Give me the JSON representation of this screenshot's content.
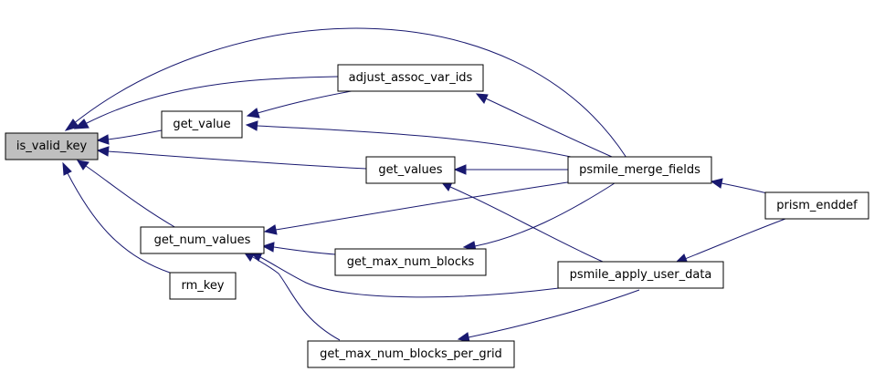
{
  "graph": {
    "title": "",
    "nodes": {
      "is_valid_key": {
        "label": "is_valid_key",
        "fill": "#bfbfbf"
      },
      "get_value": {
        "label": "get_value",
        "fill": "#ffffff"
      },
      "adjust_assoc_var_ids": {
        "label": "adjust_assoc_var_ids",
        "fill": "#ffffff"
      },
      "get_values": {
        "label": "get_values",
        "fill": "#ffffff"
      },
      "get_num_values": {
        "label": "get_num_values",
        "fill": "#ffffff"
      },
      "rm_key": {
        "label": "rm_key",
        "fill": "#ffffff"
      },
      "get_max_num_blocks": {
        "label": "get_max_num_blocks",
        "fill": "#ffffff"
      },
      "get_max_num_blocks_per_grid": {
        "label": "get_max_num_blocks_per_grid",
        "fill": "#ffffff"
      },
      "psmile_merge_fields": {
        "label": "psmile_merge_fields",
        "fill": "#ffffff"
      },
      "psmile_apply_user_data": {
        "label": "psmile_apply_user_data",
        "fill": "#ffffff"
      },
      "prism_enddef": {
        "label": "prism_enddef",
        "fill": "#ffffff"
      }
    },
    "edges": [
      {
        "from": "adjust_assoc_var_ids",
        "to": "is_valid_key"
      },
      {
        "from": "psmile_merge_fields",
        "to": "is_valid_key"
      },
      {
        "from": "get_value",
        "to": "is_valid_key"
      },
      {
        "from": "get_values",
        "to": "is_valid_key"
      },
      {
        "from": "get_num_values",
        "to": "is_valid_key"
      },
      {
        "from": "rm_key",
        "to": "is_valid_key"
      },
      {
        "from": "adjust_assoc_var_ids",
        "to": "get_value"
      },
      {
        "from": "psmile_merge_fields",
        "to": "get_value"
      },
      {
        "from": "psmile_merge_fields",
        "to": "adjust_assoc_var_ids"
      },
      {
        "from": "psmile_merge_fields",
        "to": "get_values"
      },
      {
        "from": "psmile_apply_user_data",
        "to": "get_values"
      },
      {
        "from": "psmile_merge_fields",
        "to": "get_num_values"
      },
      {
        "from": "get_max_num_blocks",
        "to": "get_num_values"
      },
      {
        "from": "psmile_apply_user_data",
        "to": "get_num_values"
      },
      {
        "from": "get_max_num_blocks_per_grid",
        "to": "get_num_values"
      },
      {
        "from": "psmile_merge_fields",
        "to": "get_max_num_blocks"
      },
      {
        "from": "psmile_apply_user_data",
        "to": "get_max_num_blocks_per_grid"
      },
      {
        "from": "prism_enddef",
        "to": "psmile_merge_fields"
      },
      {
        "from": "prism_enddef",
        "to": "psmile_apply_user_data"
      }
    ]
  }
}
